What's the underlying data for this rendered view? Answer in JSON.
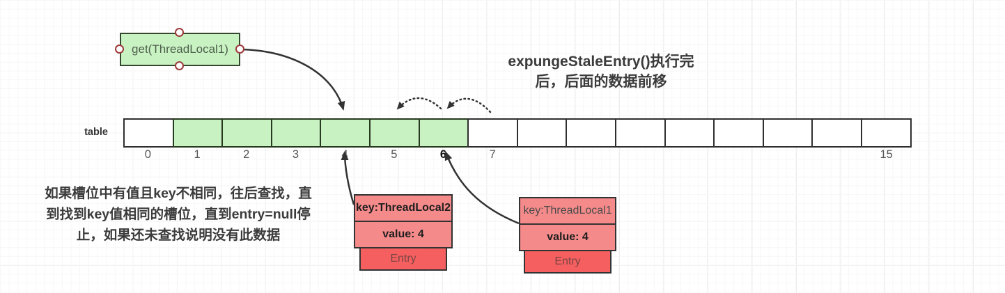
{
  "diagram": {
    "get_box": {
      "label": "get(ThreadLocal1)"
    },
    "title": {
      "line1": "expungeStaleEntry()执行完",
      "line2": "后，后面的数据前移"
    },
    "note": {
      "line1": "如果槽位中有值且key不相同，往后查找，直",
      "line2": "到找到key值相同的槽位，直到entry=null停",
      "line3": "止，如果还未查找说明没有此数据"
    },
    "table": {
      "label": "table",
      "cell_count": 16,
      "cell_labels": [
        "0",
        "1",
        "2",
        "3",
        "4",
        "5",
        "6",
        "7",
        "",
        "",
        "",
        "",
        "",
        "",
        "",
        "15"
      ],
      "green_cells": [
        1,
        2,
        3,
        4,
        5,
        6
      ],
      "bold_label": "6"
    },
    "entries": [
      {
        "key": "key:ThreadLocal2",
        "value": "value: 4",
        "tag": "Entry",
        "points_to_slot": 4
      },
      {
        "key": "key:ThreadLocal1",
        "value": "value: 4",
        "tag": "Entry",
        "points_to_slot": 6
      }
    ],
    "colors": {
      "cell_green": "#c9f2c3",
      "entry_front": "#f58a8a",
      "entry_back": "#f55f5f",
      "stroke": "#333333",
      "connector_dot_border": "#9e3939"
    }
  }
}
